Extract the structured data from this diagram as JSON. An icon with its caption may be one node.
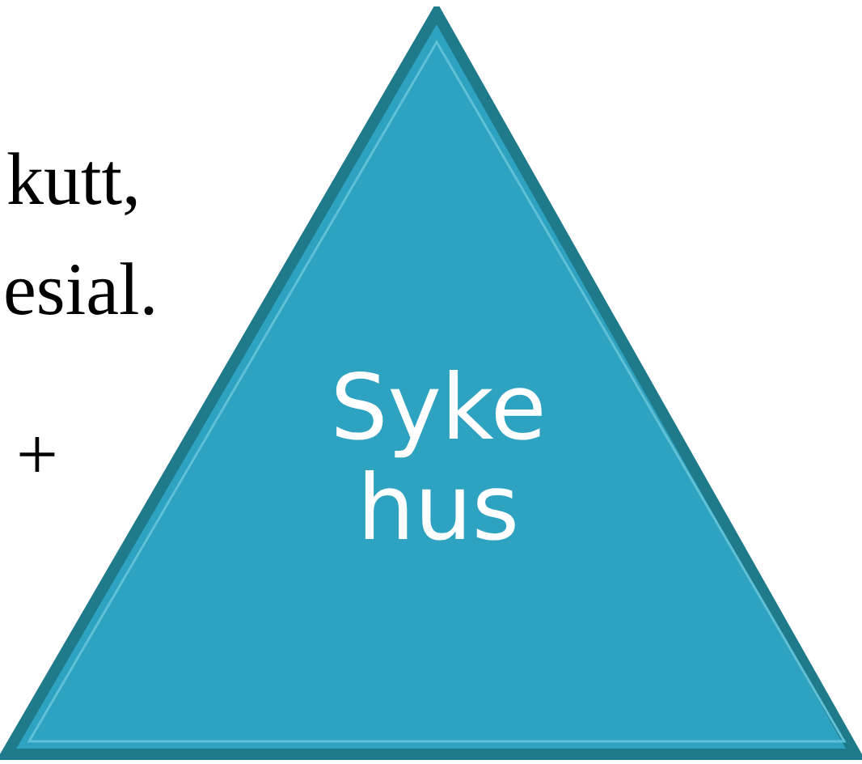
{
  "diagram": {
    "nodes": [
      {
        "text": [
          "Syke hus"
        ]
      }
    ],
    "labels": [
      "kutt,",
      "esial.",
      "+"
    ]
  }
}
